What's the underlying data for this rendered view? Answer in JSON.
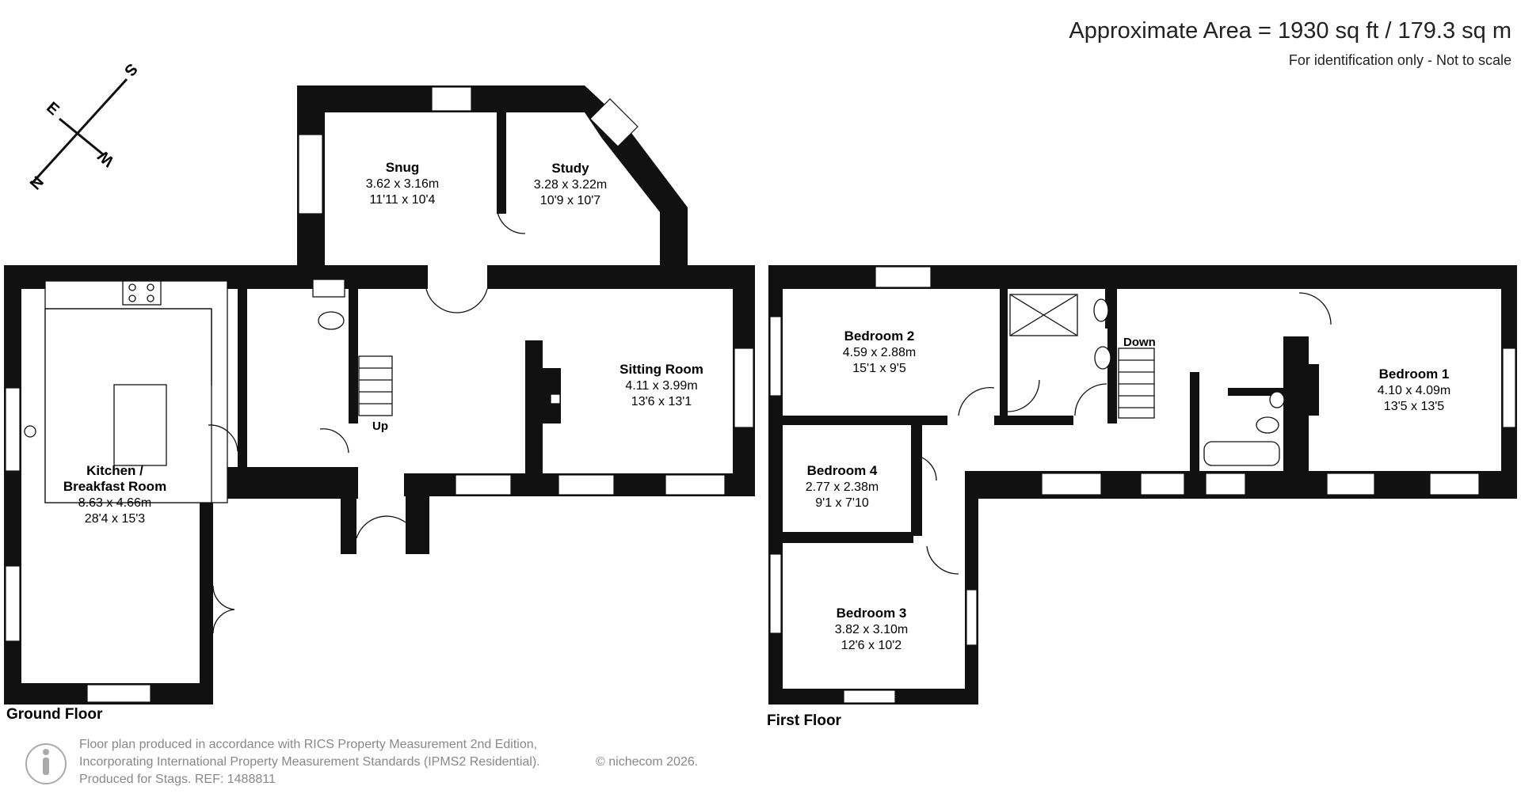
{
  "header": {
    "area": "Approximate Area = 1930 sq ft / 179.3 sq m",
    "note": "For identification only - Not to scale"
  },
  "compass": {
    "n": "N",
    "e": "E",
    "s": "S",
    "w": "W"
  },
  "floors": {
    "ground": "Ground Floor",
    "first": "First Floor"
  },
  "rooms": {
    "snug": {
      "name": "Snug",
      "metric": "3.62 x 3.16m",
      "imperial": "11'11 x 10'4"
    },
    "study": {
      "name": "Study",
      "metric": "3.28 x 3.22m",
      "imperial": "10'9 x 10'7"
    },
    "sitting": {
      "name": "Sitting Room",
      "metric": "4.11 x 3.99m",
      "imperial": "13'6 x 13'1"
    },
    "kitchen": {
      "name1": "Kitchen /",
      "name2": "Breakfast Room",
      "metric": "8.63 x 4.66m",
      "imperial": "28'4 x 15'3"
    },
    "bedroom2": {
      "name": "Bedroom 2",
      "metric": "4.59 x 2.88m",
      "imperial": "15'1 x 9'5"
    },
    "bedroom1": {
      "name": "Bedroom 1",
      "metric": "4.10 x 4.09m",
      "imperial": "13'5 x 13'5"
    },
    "bedroom4": {
      "name": "Bedroom 4",
      "metric": "2.77 x 2.38m",
      "imperial": "9'1 x 7'10"
    },
    "bedroom3": {
      "name": "Bedroom 3",
      "metric": "3.82 x 3.10m",
      "imperial": "12'6 x 10'2"
    }
  },
  "stairs": {
    "up": "Up",
    "down": "Down"
  },
  "footer": {
    "line1": "Floor plan produced in accordance with RICS Property Measurement 2nd Edition,",
    "line2": "Incorporating International Property Measurement Standards (IPMS2 Residential).",
    "copyright": "© nichecom 2026.",
    "line3": "Produced for Stags.   REF: 1488811"
  }
}
